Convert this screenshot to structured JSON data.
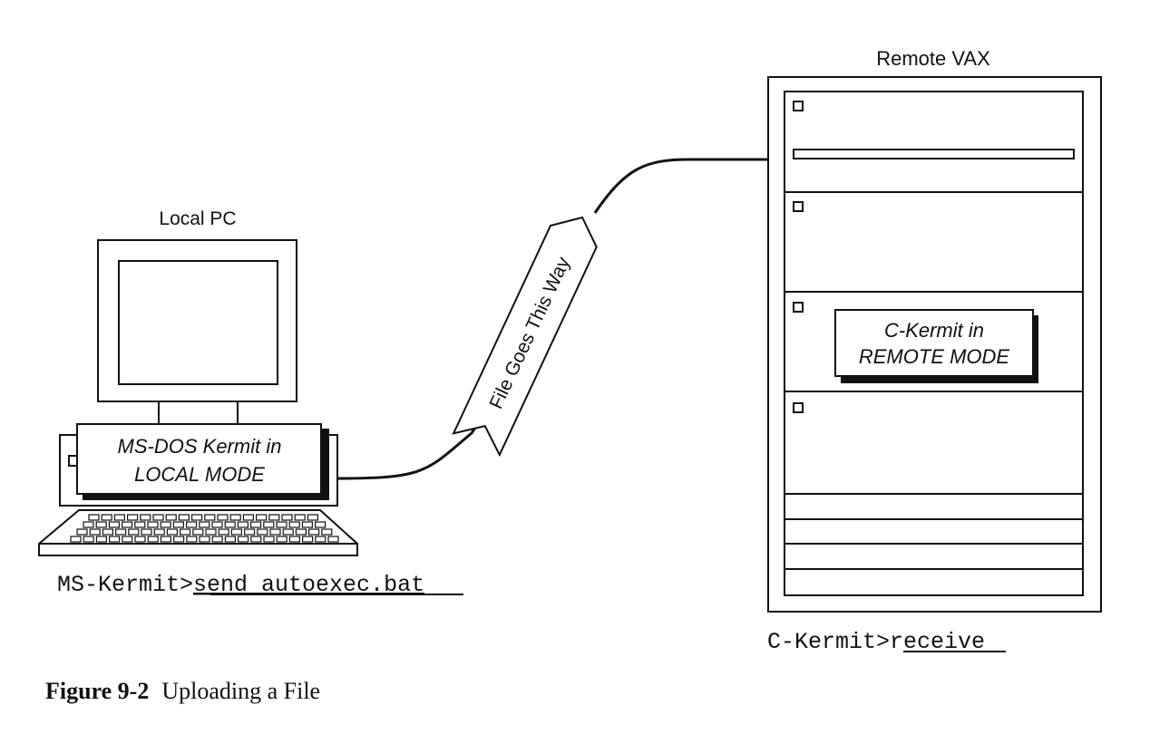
{
  "local_pc": {
    "title": "Local PC",
    "mode_label_line1": "MS-DOS Kermit in",
    "mode_label_line2": "LOCAL MODE",
    "prompt": "MS-Kermit>",
    "command": "send autoexec.bat"
  },
  "connection": {
    "arrow_label": "File Goes This Way"
  },
  "remote_vax": {
    "title": "Remote VAX",
    "mode_label_line1": "C-Kermit in",
    "mode_label_line2": "REMOTE MODE",
    "prompt": "C-Kermit>",
    "command": "receive"
  },
  "caption": {
    "figure_number": "Figure 9-2",
    "figure_title": "Uploading a File"
  }
}
